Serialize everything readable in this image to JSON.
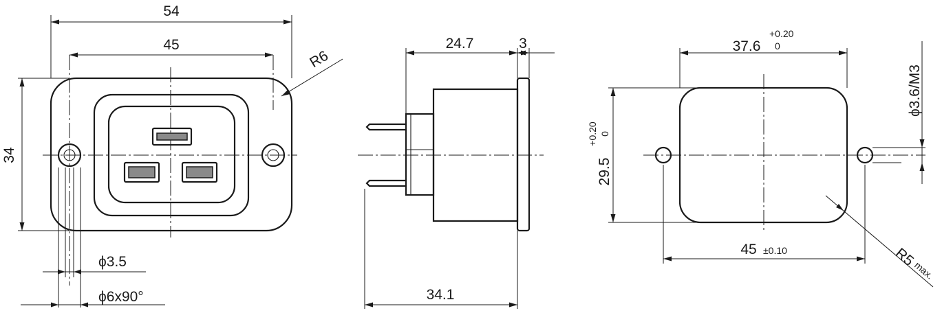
{
  "front_view": {
    "overall_width": "54",
    "hole_spacing": "45",
    "corner_radius": "R6",
    "height": "34",
    "hole_diameter": "ϕ3.5",
    "countersink": "ϕ6x90°"
  },
  "side_view": {
    "body_depth": "24.7",
    "flange_thickness": "3",
    "overall_depth": "34.1"
  },
  "panel_cutout": {
    "width": "37.6",
    "width_tol_upper": "+0.20",
    "width_tol_lower": "0",
    "height": "29.5",
    "height_tol_upper": "+0.20",
    "height_tol_lower": "0",
    "hole_spacing": "45",
    "hole_spacing_tol": "±0.10",
    "hole_size": "ϕ3.6/M3",
    "corner_radius": "R5",
    "corner_radius_note": "max."
  }
}
